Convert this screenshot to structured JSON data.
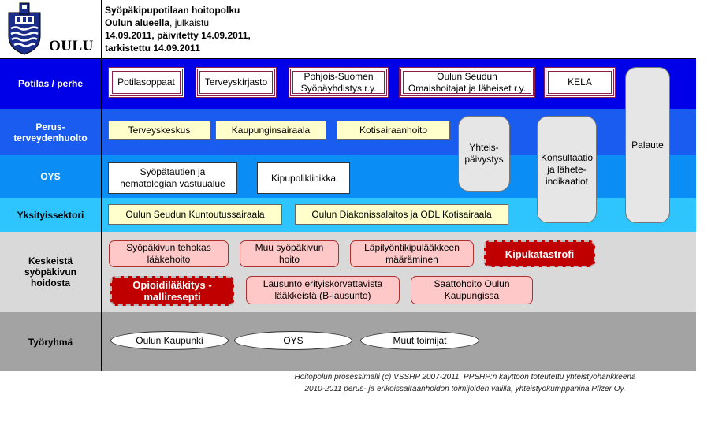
{
  "header": {
    "logo_text": "OULU",
    "title_line1": "Syöpäkipupotilaan hoitopolku",
    "title_line2_bold": "Oulun alueella",
    "title_line2_rest": ", julkaistu",
    "title_line3": "14.09.2011, päivitetty 14.09.2011,",
    "title_line4": "tarkistettu 14.09.2011"
  },
  "rows": {
    "potilas": "Potilas / perhe",
    "perus": "Perus-\nterveydenhuolto",
    "oys": "OYS",
    "yksityis": "Yksityissektori",
    "keskeista": "Keskeistä\nsyöpäkivun\nhoidosta",
    "tyoryhma": "Työryhmä"
  },
  "colors": {
    "blue_dark": "#0000e8",
    "blue_mid": "#1a5cf0",
    "blue_light": "#0a8ef5",
    "blue_cyan": "#2ec5ff",
    "grey_light": "#d9d9d9",
    "grey_dark": "#a3a3a3"
  },
  "boxes": {
    "potilasoppaat": "Potilasoppaat",
    "terveyskirjasto": "Terveyskirjasto",
    "pohjois_suomen": "Pohjois-Suomen\nSyöpäyhdistys r.y.",
    "omaishoitajat": "Oulun Seudun\nOmaishoitajat ja läheiset r.y.",
    "kela": "KELA",
    "palaute": "Palaute",
    "terveyskeskus": "Terveyskeskus",
    "kaupunginsairaala": "Kaupunginsairaala",
    "kotisairaanhoito": "Kotisairaanhoito",
    "yhteispaivystys": "Yhteis-\npäivystys",
    "konsultaatio": "Konsultaatio\nja lähete-\nindikaatiot",
    "syopatautien": "Syöpätautien ja\nhematologian vastuualue",
    "kipupoliklinikka": "Kipupoliklinikka",
    "kuntoutussairaala": "Oulun Seudun Kuntoutussairaala",
    "diakonissalaitos": "Oulun Diakonissalaitos ja ODL Kotisairaala",
    "tehokas": "Syöpäkivun tehokas\nlääkehoito",
    "muu_hoito": "Muu syöpäkivun\nhoito",
    "lapilyonti": "Läpilyöntikipulääkkeen\nmääräminen",
    "kipukatastrofi": "Kipukatastrofi",
    "opioidilaakitys": "Opioidilääkitys -\nmalliresepti",
    "lausunto": "Lausunto erityiskorvattavista\nlääkkeistä (B-lausunto)",
    "saattohoito": "Saattohoito Oulun\nKaupungissa",
    "oulun_kaupunki": "Oulun Kaupunki",
    "oys_oval": "OYS",
    "muut_toimijat": "Muut toimijat"
  },
  "footer": {
    "line1": "Hoitopolun prosessimalli (c) VSSHP 2007-2011. PPSHP:n käyttöön toteutettu yhteistyöhankkeena",
    "line2": "2010-2011 perus- ja erikoissairaanhoidon toimijoiden välillä, yhteistyökumppanina Pfizer Oy."
  }
}
